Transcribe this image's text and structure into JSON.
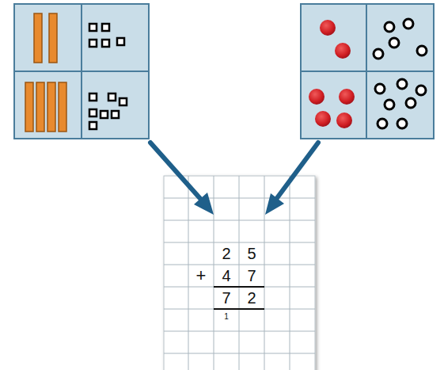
{
  "diagram": {
    "labels": [
      "2",
      "5",
      "+",
      "4",
      "7",
      "7",
      "2",
      "1"
    ]
  }
}
